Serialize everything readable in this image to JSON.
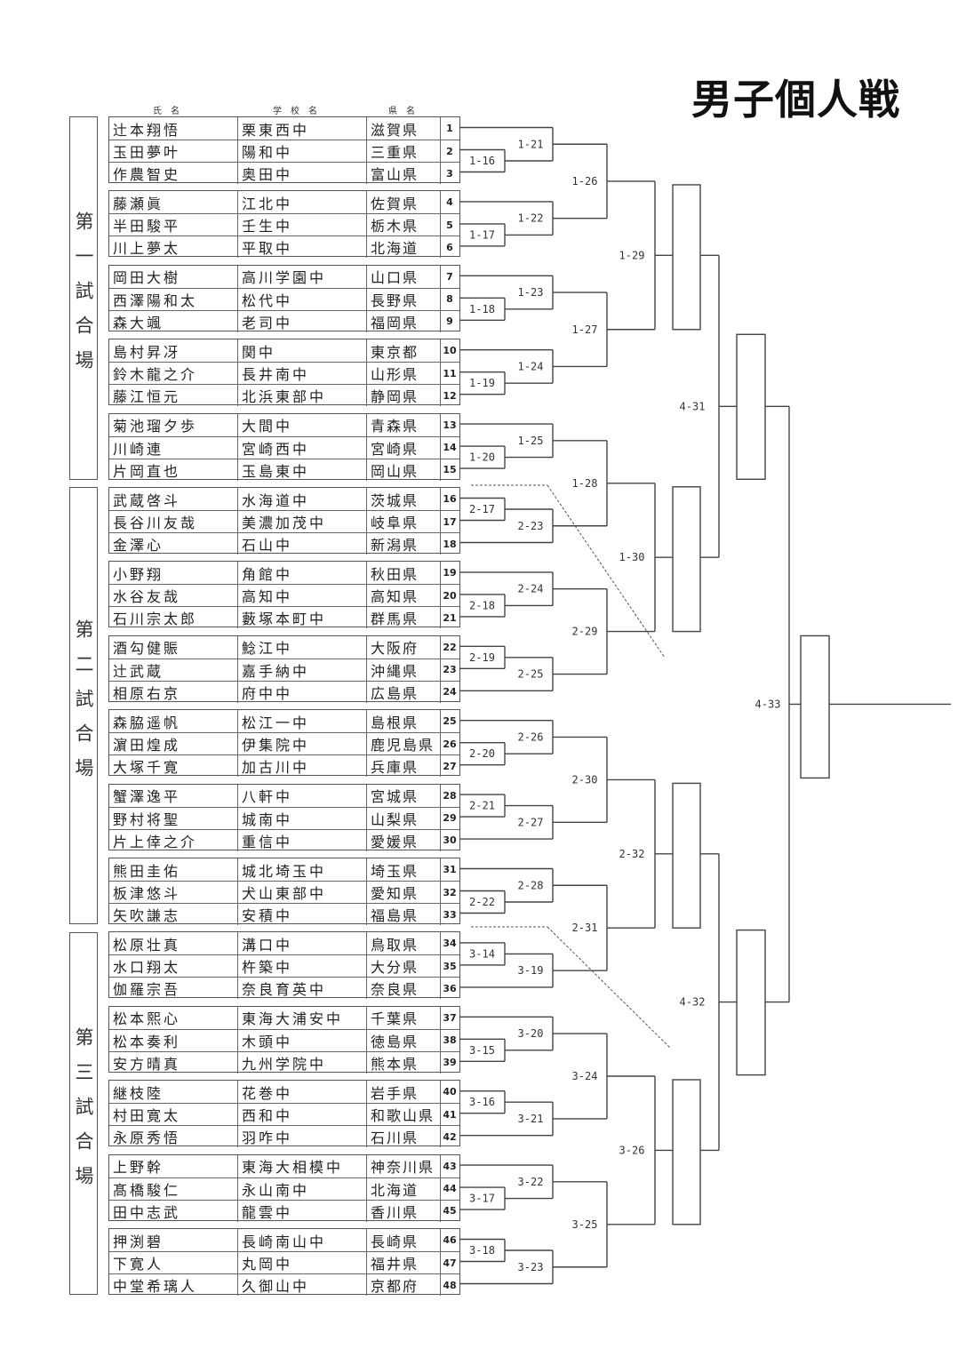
{
  "title": "男子個人戦",
  "headers": {
    "name": "氏名",
    "school": "学校名",
    "pref": "県名"
  },
  "venues": [
    "第一試合場",
    "第二試合場",
    "第三試合場"
  ],
  "players": [
    {
      "no": "1",
      "name": "辻本翔悟",
      "school": "栗東西中",
      "pref": "滋賀県"
    },
    {
      "no": "2",
      "name": "玉田夢叶",
      "school": "陽和中",
      "pref": "三重県"
    },
    {
      "no": "3",
      "name": "作農智史",
      "school": "奥田中",
      "pref": "富山県"
    },
    {
      "no": "4",
      "name": "藤瀬眞",
      "school": "江北中",
      "pref": "佐賀県"
    },
    {
      "no": "5",
      "name": "半田駿平",
      "school": "壬生中",
      "pref": "栃木県"
    },
    {
      "no": "6",
      "name": "川上夢太",
      "school": "平取中",
      "pref": "北海道"
    },
    {
      "no": "7",
      "name": "岡田大樹",
      "school": "高川学園中",
      "pref": "山口県"
    },
    {
      "no": "8",
      "name": "西澤陽和太",
      "school": "松代中",
      "pref": "長野県"
    },
    {
      "no": "9",
      "name": "森大颯",
      "school": "老司中",
      "pref": "福岡県"
    },
    {
      "no": "10",
      "name": "島村昇冴",
      "school": "関中",
      "pref": "東京都"
    },
    {
      "no": "11",
      "name": "鈴木龍之介",
      "school": "長井南中",
      "pref": "山形県"
    },
    {
      "no": "12",
      "name": "藤江恒元",
      "school": "北浜東部中",
      "pref": "静岡県"
    },
    {
      "no": "13",
      "name": "菊池瑠夕歩",
      "school": "大間中",
      "pref": "青森県"
    },
    {
      "no": "14",
      "name": "川崎連",
      "school": "宮崎西中",
      "pref": "宮崎県"
    },
    {
      "no": "15",
      "name": "片岡直也",
      "school": "玉島東中",
      "pref": "岡山県"
    },
    {
      "no": "16",
      "name": "武蔵啓斗",
      "school": "水海道中",
      "pref": "茨城県"
    },
    {
      "no": "17",
      "name": "長谷川友哉",
      "school": "美濃加茂中",
      "pref": "岐阜県"
    },
    {
      "no": "18",
      "name": "金澤心",
      "school": "石山中",
      "pref": "新潟県"
    },
    {
      "no": "19",
      "name": "小野翔",
      "school": "角館中",
      "pref": "秋田県"
    },
    {
      "no": "20",
      "name": "水谷友哉",
      "school": "高知中",
      "pref": "高知県"
    },
    {
      "no": "21",
      "name": "石川宗太郎",
      "school": "藪塚本町中",
      "pref": "群馬県"
    },
    {
      "no": "22",
      "name": "酒勾健賑",
      "school": "鯰江中",
      "pref": "大阪府"
    },
    {
      "no": "23",
      "name": "辻武蔵",
      "school": "嘉手納中",
      "pref": "沖縄県"
    },
    {
      "no": "24",
      "name": "相原右京",
      "school": "府中中",
      "pref": "広島県"
    },
    {
      "no": "25",
      "name": "森脇遥帆",
      "school": "松江一中",
      "pref": "島根県"
    },
    {
      "no": "26",
      "name": "濵田煌成",
      "school": "伊集院中",
      "pref": "鹿児島県"
    },
    {
      "no": "27",
      "name": "大塚千寛",
      "school": "加古川中",
      "pref": "兵庫県"
    },
    {
      "no": "28",
      "name": "蟹澤逸平",
      "school": "八軒中",
      "pref": "宮城県"
    },
    {
      "no": "29",
      "name": "野村将聖",
      "school": "城南中",
      "pref": "山梨県"
    },
    {
      "no": "30",
      "name": "片上倖之介",
      "school": "重信中",
      "pref": "愛媛県"
    },
    {
      "no": "31",
      "name": "熊田圭佑",
      "school": "城北埼玉中",
      "pref": "埼玉県"
    },
    {
      "no": "32",
      "name": "板津悠斗",
      "school": "犬山東部中",
      "pref": "愛知県"
    },
    {
      "no": "33",
      "name": "矢吹謙志",
      "school": "安積中",
      "pref": "福島県"
    },
    {
      "no": "34",
      "name": "松原壮真",
      "school": "溝口中",
      "pref": "鳥取県"
    },
    {
      "no": "35",
      "name": "水口翔太",
      "school": "杵築中",
      "pref": "大分県"
    },
    {
      "no": "36",
      "name": "伽羅宗吾",
      "school": "奈良育英中",
      "pref": "奈良県"
    },
    {
      "no": "37",
      "name": "松本熙心",
      "school": "東海大浦安中",
      "pref": "千葉県"
    },
    {
      "no": "38",
      "name": "松本奏利",
      "school": "木頭中",
      "pref": "徳島県"
    },
    {
      "no": "39",
      "name": "安方晴真",
      "school": "九州学院中",
      "pref": "熊本県"
    },
    {
      "no": "40",
      "name": "継枝陸",
      "school": "花巻中",
      "pref": "岩手県"
    },
    {
      "no": "41",
      "name": "村田寛太",
      "school": "西和中",
      "pref": "和歌山県"
    },
    {
      "no": "42",
      "name": "永原秀悟",
      "school": "羽咋中",
      "pref": "石川県"
    },
    {
      "no": "43",
      "name": "上野幹",
      "school": "東海大相模中",
      "pref": "神奈川県"
    },
    {
      "no": "44",
      "name": "髙橋駿仁",
      "school": "永山南中",
      "pref": "北海道"
    },
    {
      "no": "45",
      "name": "田中志武",
      "school": "龍雲中",
      "pref": "香川県"
    },
    {
      "no": "46",
      "name": "押渕碧",
      "school": "長崎南山中",
      "pref": "長崎県"
    },
    {
      "no": "47",
      "name": "下寛人",
      "school": "丸岡中",
      "pref": "福井県"
    },
    {
      "no": "48",
      "name": "中堂希璃人",
      "school": "久御山中",
      "pref": "京都府"
    }
  ],
  "bracket": {
    "round1": [
      "1-16",
      "1-17",
      "1-18",
      "1-19",
      "1-20",
      "2-17",
      "2-18",
      "2-19",
      "2-20",
      "2-21",
      "2-22",
      "3-14",
      "3-15",
      "3-16",
      "3-17",
      "3-18"
    ],
    "round2": [
      "1-21",
      "1-22",
      "1-23",
      "1-24",
      "1-25",
      "2-23",
      "2-24",
      "2-25",
      "2-26",
      "2-27",
      "2-28",
      "3-19",
      "3-20",
      "3-21",
      "3-22",
      "3-23"
    ],
    "round3": [
      "1-26",
      "1-27",
      "1-28",
      "2-29",
      "2-30",
      "2-31",
      "3-24",
      "3-25"
    ],
    "round4": [
      "1-29",
      "1-30",
      "2-32",
      "3-26"
    ],
    "round5": [
      "4-31",
      "4-32"
    ],
    "final": [
      "4-33"
    ]
  }
}
